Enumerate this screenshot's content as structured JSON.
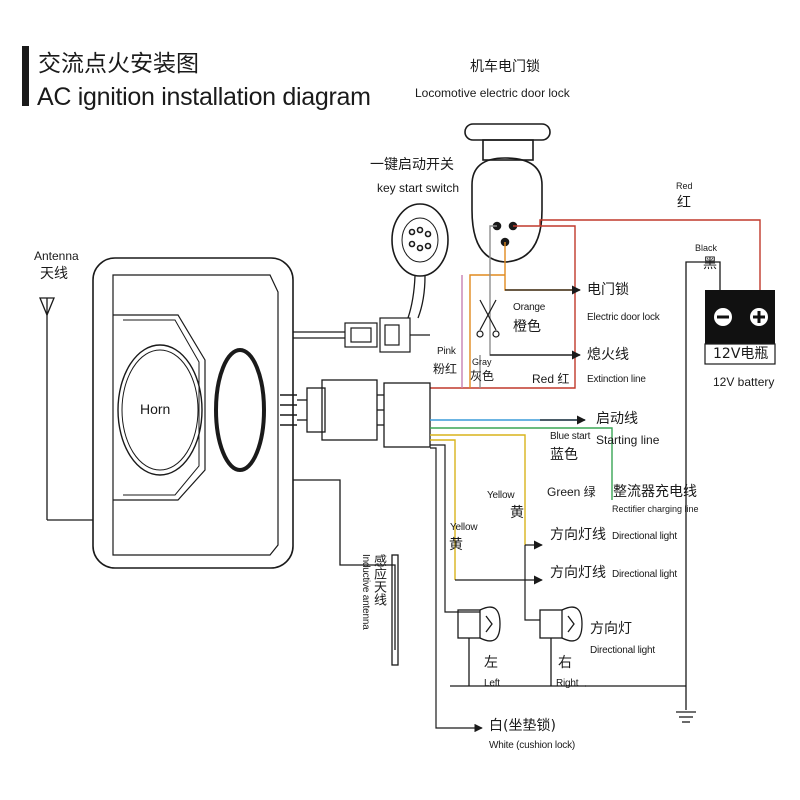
{
  "title": {
    "cn": "交流点火安装图",
    "en": "AC ignition installation diagram"
  },
  "labels": {
    "door_lock_cn": "机车电门锁",
    "door_lock_en": "Locomotive electric door lock",
    "key_switch_cn": "一键启动开关",
    "key_switch_en": "key start switch",
    "antenna_en": "Antenna",
    "antenna_cn": "天线",
    "horn": "Horn",
    "red_en": "Red",
    "red_cn": "红",
    "black_en": "Black",
    "black_cn": "黑",
    "battery_cn": "12V电瓶",
    "battery_en": "12V battery",
    "battery_minus": "⊖",
    "battery_plus": "⊕",
    "orange_en": "Orange",
    "orange_cn": "橙色",
    "pink_en": "Pink",
    "pink_cn": "粉红",
    "gray_en": "Gray",
    "gray_cn": "灰色",
    "red_wire": "Red 红",
    "edl_cn": "电门锁",
    "edl_en": "Electric door lock",
    "ext_cn": "熄火线",
    "ext_en": "Extinction line",
    "start_cn": "启动线",
    "start_en": "Starting line",
    "blue_en": "Blue start",
    "blue_cn": "蓝色",
    "yellow_en": "Yellow",
    "yellow_cn": "黄",
    "green": "Green 绿",
    "rect_cn": "整流器充电线",
    "rect_en": "Rectifier charging line",
    "dir1_cn": "方向灯线",
    "dir1_en": "Directional light",
    "dir2_cn": "方向灯线",
    "dir2_en": "Directional light",
    "dirlight_cn": "方向灯",
    "dirlight_en": "Directional light",
    "left_cn": "左",
    "left_en": "Left",
    "right_cn": "右",
    "right_en": "Right",
    "white": "白(坐垫锁)",
    "white_en": "White (cushion lock)",
    "induct_cn": "感应天线",
    "induct_en": "Inductive antenna"
  },
  "colors": {
    "line": "#1a1a1a",
    "red": "#c0392b",
    "orange": "#e08a1e",
    "pink": "#c77fb3",
    "gray": "#8e8e8e",
    "blue": "#3a9bd9",
    "green": "#3aa655",
    "yellow": "#d8b41c",
    "battery": "#111111"
  },
  "icons": [
    "antenna-icon",
    "scissors-icon",
    "ground-icon",
    "arrow-icon",
    "bulb-icon"
  ]
}
